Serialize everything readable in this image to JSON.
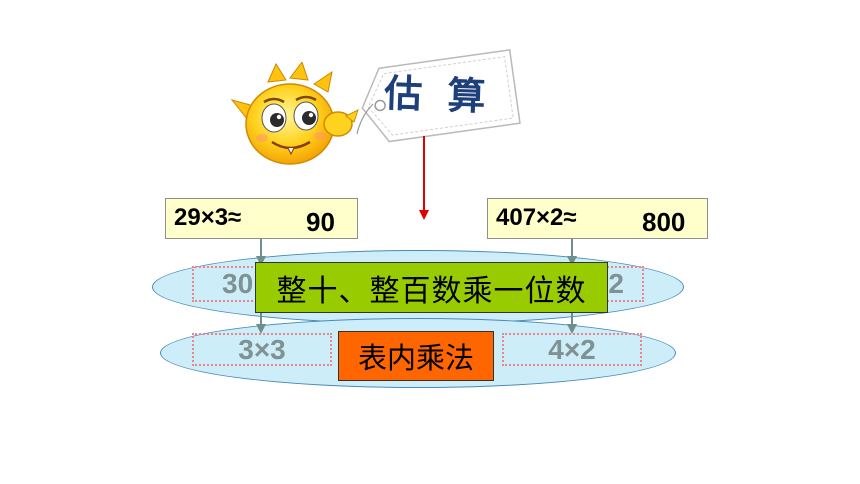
{
  "tag": {
    "label": "估 算"
  },
  "left_problem": {
    "expression": "29×3≈",
    "answer": "90"
  },
  "right_problem": {
    "expression": "407×2≈",
    "answer": "800"
  },
  "rounded": {
    "left": "30",
    "right": "2"
  },
  "basic": {
    "left": "3×3",
    "right": "4×2"
  },
  "labels": {
    "top": "整十、整百数乘一位数",
    "bottom": "表内乘法"
  },
  "colors": {
    "ellipse_fill": "#cdeef8",
    "expression_box": "#ffffcc",
    "green_label": "#99cc00",
    "orange_label": "#ff6600",
    "tag_text": "#1d3f7a",
    "dashed_border": "#e8868c",
    "arrow_red": "#e00000"
  },
  "icons": {
    "mascot": "cartoon-mascot-icon",
    "tag": "price-tag-icon"
  }
}
